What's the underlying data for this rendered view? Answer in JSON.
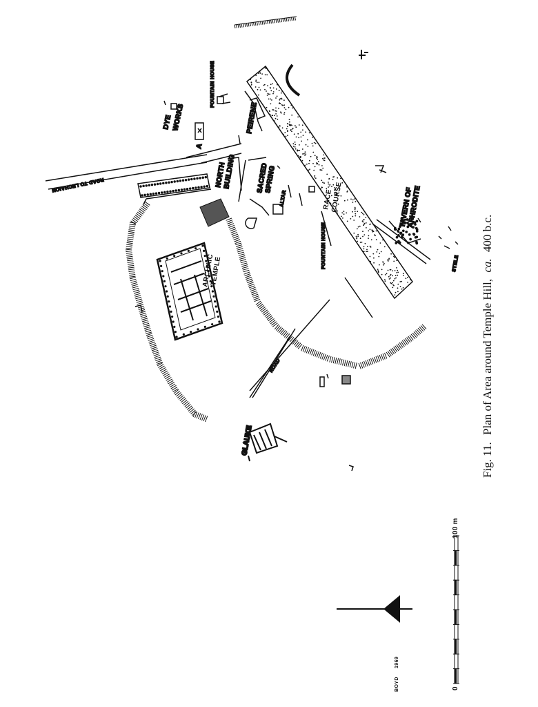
{
  "caption": {
    "fig": "Fig. 11.",
    "text": "Plan of Area around Temple Hill,",
    "ca": "ca.",
    "date": "400 b.c."
  },
  "labels": {
    "fountain_house_top": "FOUNTAIN HOUSE",
    "dye": "DYE",
    "works": "WORKS",
    "a": "A",
    "peirene": "PEIRENE",
    "road_to_lechaion": "ROAD TO LECHAION",
    "north": "NORTH",
    "building": "BUILDING",
    "sacred": "SACRED",
    "spring": "SPRING",
    "altar": "ALTAR",
    "race": "RACE",
    "course": "COURSE",
    "tavern_of": "TAVERN OF",
    "aphrodite": "APHRODITE",
    "fountain_house_mid": "FOUNTAIN HOUSE",
    "archaic": "ARCHAIC",
    "temple": "TEMPLE",
    "stele": "STELE",
    "road": "ROAD",
    "glauke": "GLAUKE",
    "boyd": "BOYD",
    "year": "1969"
  },
  "scale_bar": {
    "start": "0",
    "end": "100 m"
  }
}
